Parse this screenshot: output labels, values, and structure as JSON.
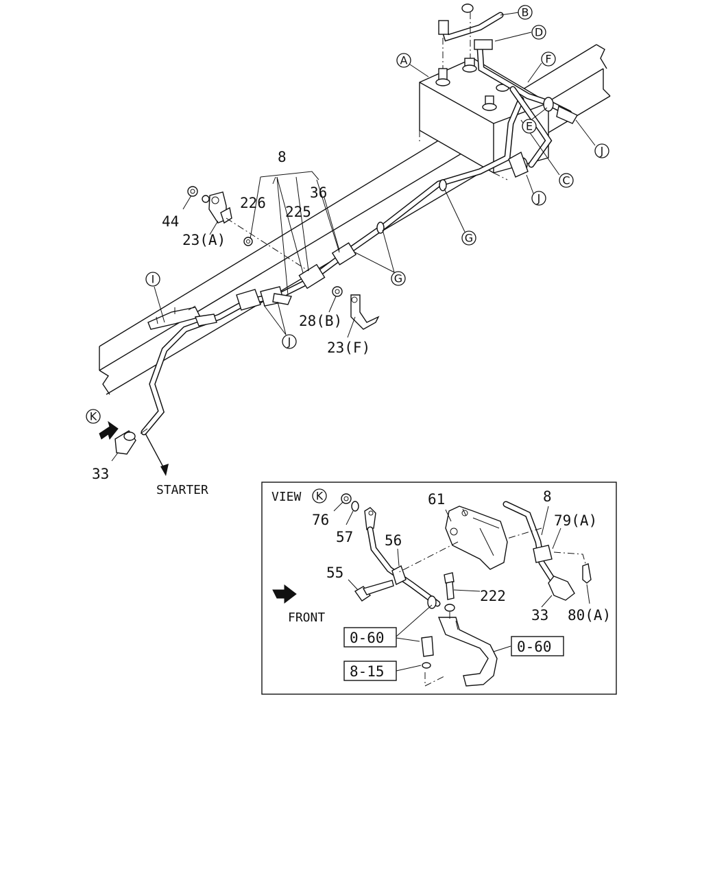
{
  "callouts": {
    "A": "A",
    "B": "B",
    "D": "D",
    "F": "F",
    "E": "E",
    "J1": "J",
    "C": "C",
    "J2": "J",
    "G1": "G",
    "G2": "G",
    "I": "I",
    "J3": "J",
    "K": "K"
  },
  "labels": {
    "p8": "8",
    "p36": "36",
    "p226": "226",
    "p225": "225",
    "p44": "44",
    "p23a": "23(A)",
    "p28b": "28(B)",
    "p23f": "23(F)",
    "p33": "33",
    "starter": "STARTER"
  },
  "view_k": {
    "title": "VIEW",
    "title_ref": "K",
    "p76": "76",
    "p57": "57",
    "p56": "56",
    "p55": "55",
    "p61": "61",
    "p8": "8",
    "p79a": "79(A)",
    "p222": "222",
    "p33": "33",
    "p80a": "80(A)",
    "front": "FRONT",
    "ref1": "0-60",
    "ref2": "0-60",
    "ref3": "8-15"
  }
}
